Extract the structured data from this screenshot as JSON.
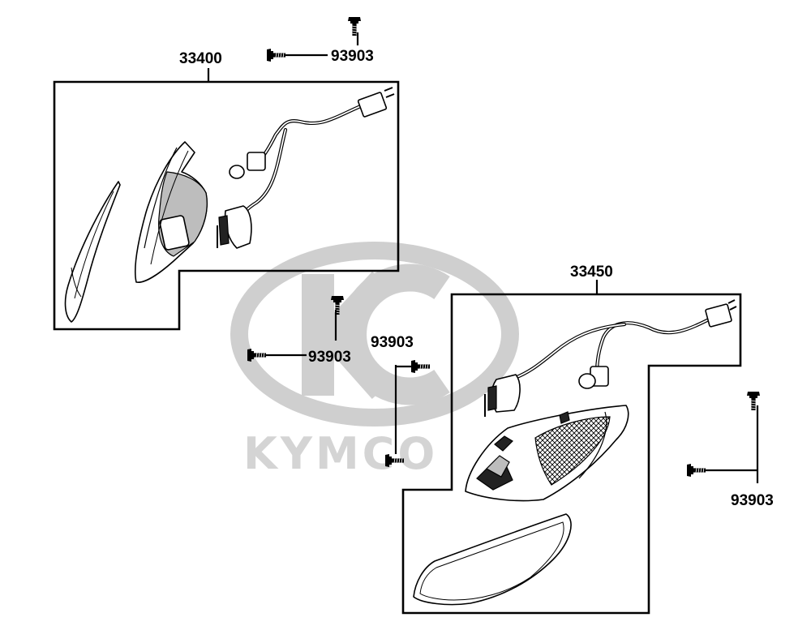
{
  "watermark": {
    "brand": "KYMCO",
    "color": "#d0d0d0"
  },
  "assemblies": [
    {
      "part_number": "33400",
      "description": ""
    },
    {
      "part_number": "33450",
      "description": ""
    }
  ],
  "screws": [
    {
      "part_number": "93903"
    },
    {
      "part_number": "93903"
    },
    {
      "part_number": "93903"
    },
    {
      "part_number": "93903"
    }
  ],
  "icons": [
    "screw-icon",
    "bulb-icon",
    "connector-icon",
    "socket-icon",
    "lens-icon",
    "lamp-housing-icon"
  ]
}
